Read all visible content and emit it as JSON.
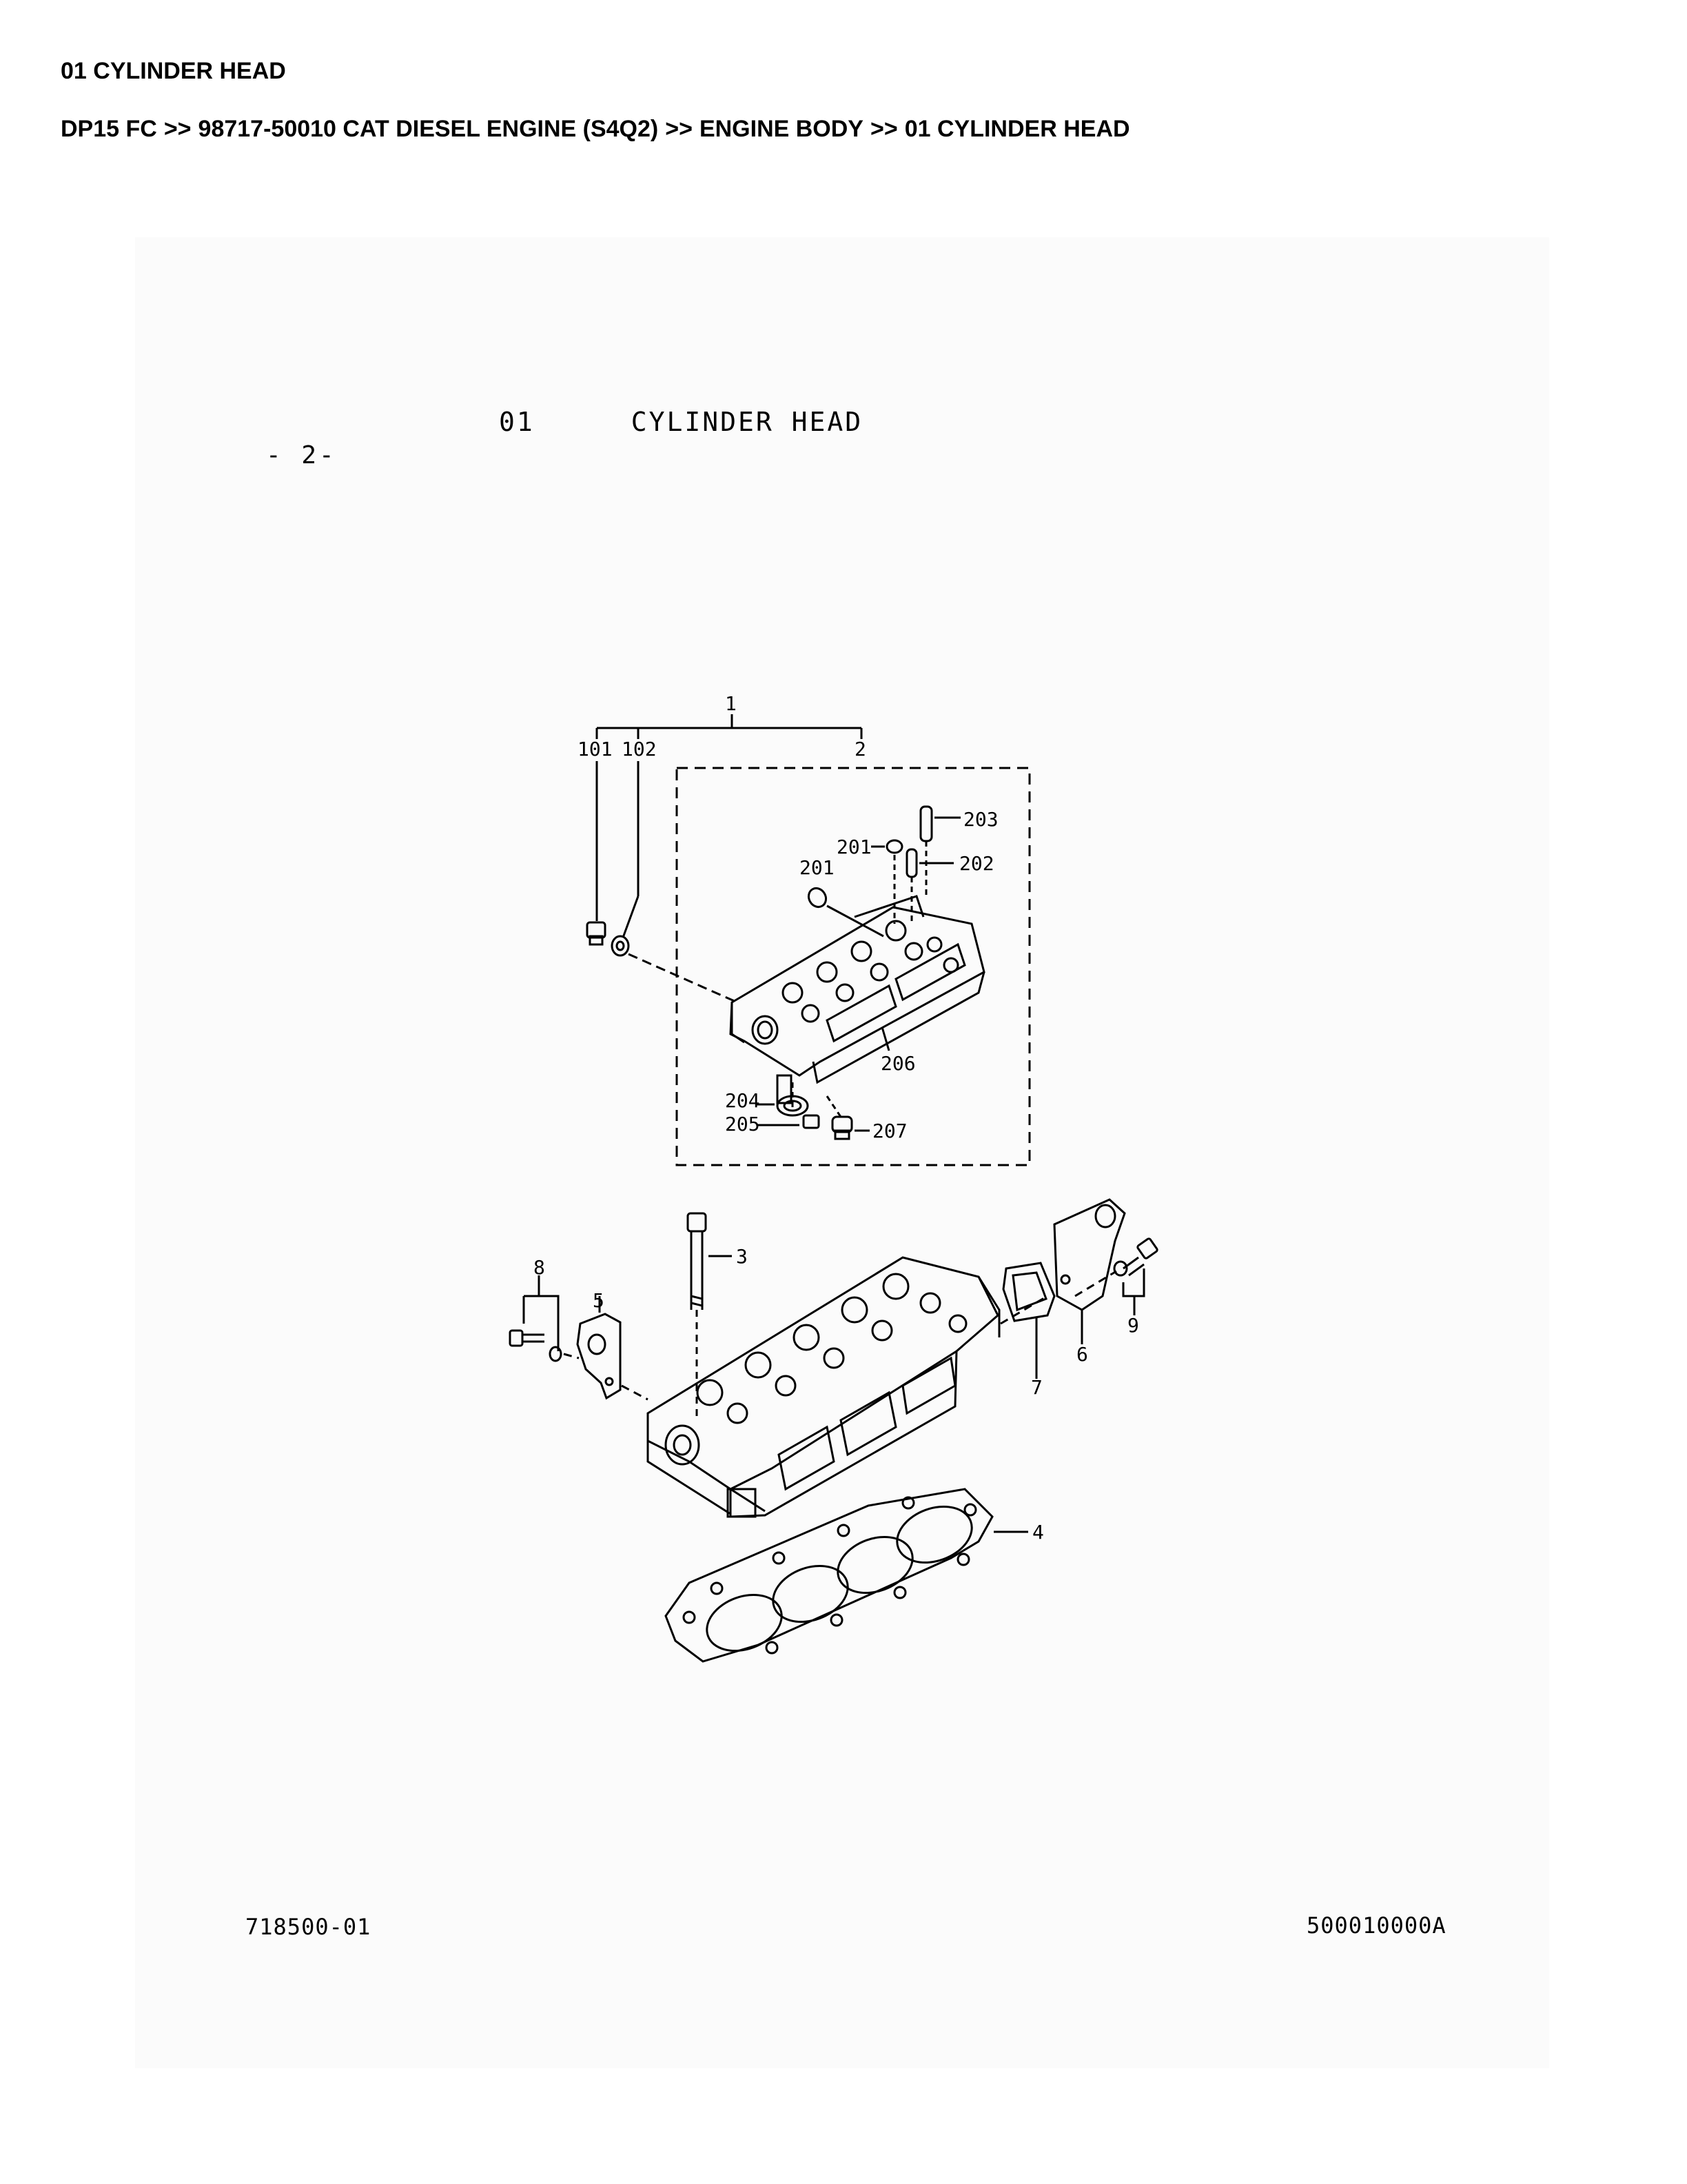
{
  "header": {
    "title": "01 CYLINDER HEAD",
    "breadcrumb": [
      "DP15 FC",
      "98717-50010 CAT DIESEL ENGINE (S4Q2)",
      "ENGINE BODY",
      "01 CYLINDER HEAD"
    ],
    "separator": ">>"
  },
  "sheet": {
    "page_marker": "-  2-",
    "section_number": "01",
    "section_title": "CYLINDER HEAD",
    "drawing_code_left": "718500-01",
    "drawing_code_right": "500010000A"
  },
  "callouts": {
    "c1": "1",
    "c101": "101",
    "c102": "102",
    "c2": "2",
    "c201a": "201",
    "c201b": "201",
    "c202": "202",
    "c203": "203",
    "c204": "204",
    "c205": "205",
    "c206": "206",
    "c207": "207",
    "c3": "3",
    "c4": "4",
    "c5": "5",
    "c6": "6",
    "c7": "7",
    "c8": "8",
    "c9": "9"
  },
  "colors": {
    "ink": "#000000",
    "paper": "#ffffff",
    "scan_background": "#fbfbfb"
  }
}
